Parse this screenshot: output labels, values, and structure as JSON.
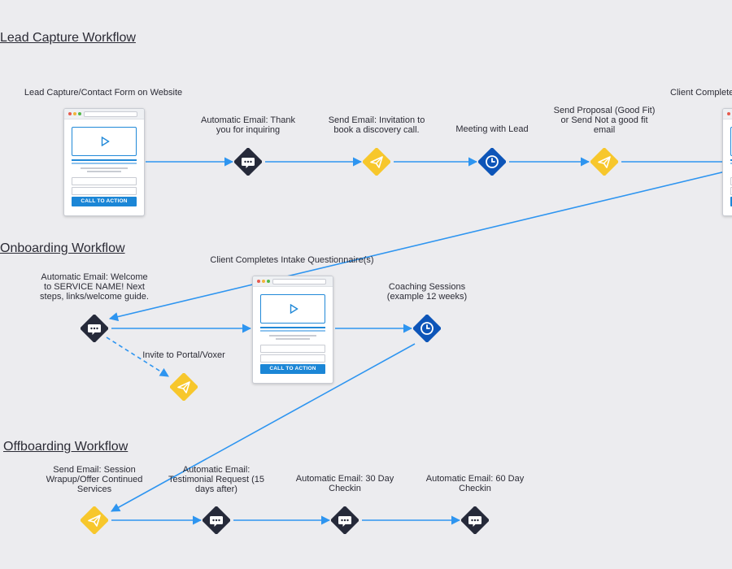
{
  "colors": {
    "edge": "#2e95f0",
    "email_node": "#262a3a",
    "send_node": "#f7c72c",
    "meeting_node": "#0d55b8",
    "background": "#ececef",
    "cta": "#1b86d6"
  },
  "sections": {
    "lead": "Lead Capture Workflow",
    "onboarding": "Onboarding Workflow",
    "offboarding": "Offboarding Workflow"
  },
  "labels": {
    "lead_form": "Lead Capture/Contact Form on Website",
    "auto_thank": "Automatic Email: Thank\nyou for inquiring",
    "send_invite": "Send Email: Invitation to\nbook a discovery call.",
    "meeting": "Meeting with Lead",
    "proposal": "Send Proposal (Good Fit)\nor Send Not a good fit\nemail",
    "client_complete_cut": "Client Complete",
    "welcome": "Automatic Email: Welcome\nto SERVICE NAME! Next\nsteps, links/welcome guide.",
    "intake": "Client Completes Intake Questionnaire(s)",
    "coaching": "Coaching Sessions\n(example 12 weeks)",
    "portal": "Invite to Portal/Voxer",
    "wrapup": "Send Email: Session\nWrapup/Offer Continued\nServices",
    "testimonial": "Automatic Email:\nTestimonial Request (15\ndays after)",
    "day30": "Automatic Email: 30 Day\nCheckin",
    "day60": "Automatic Email: 60 Day\nCheckin"
  },
  "form": {
    "cta_label": "CALL TO ACTION"
  },
  "nodes": [
    {
      "id": "lead-auto-thank",
      "kind": "email",
      "icon": "chat-icon"
    },
    {
      "id": "lead-send-invite",
      "kind": "send",
      "icon": "paper-plane-icon"
    },
    {
      "id": "lead-meeting",
      "kind": "meeting",
      "icon": "clock-icon"
    },
    {
      "id": "lead-proposal",
      "kind": "send",
      "icon": "paper-plane-icon"
    },
    {
      "id": "onb-welcome",
      "kind": "email",
      "icon": "chat-icon"
    },
    {
      "id": "onb-portal",
      "kind": "send",
      "icon": "paper-plane-icon"
    },
    {
      "id": "onb-coaching",
      "kind": "meeting",
      "icon": "clock-icon"
    },
    {
      "id": "off-wrapup",
      "kind": "send",
      "icon": "paper-plane-icon"
    },
    {
      "id": "off-testimonial",
      "kind": "email",
      "icon": "chat-icon"
    },
    {
      "id": "off-day30",
      "kind": "email",
      "icon": "chat-icon"
    },
    {
      "id": "off-day60",
      "kind": "email",
      "icon": "chat-icon"
    }
  ],
  "edges": [
    {
      "id": "edge-form-to-thank",
      "from": "lead-form",
      "to": "lead-auto-thank"
    },
    {
      "id": "edge-thank-to-invite",
      "from": "lead-auto-thank",
      "to": "lead-send-invite"
    },
    {
      "id": "edge-invite-to-meeting",
      "from": "lead-send-invite",
      "to": "lead-meeting"
    },
    {
      "id": "edge-meeting-to-proposal",
      "from": "lead-meeting",
      "to": "lead-proposal"
    },
    {
      "id": "edge-proposal-to-client",
      "from": "lead-proposal",
      "to": "client-complete"
    },
    {
      "id": "edge-client-to-welcome",
      "from": "client-complete",
      "to": "onb-welcome"
    },
    {
      "id": "edge-welcome-to-intake",
      "from": "onb-welcome",
      "to": "onb-intake"
    },
    {
      "id": "edge-welcome-to-portal",
      "from": "onb-welcome",
      "to": "onb-portal",
      "dashed": true
    },
    {
      "id": "edge-intake-to-coaching",
      "from": "onb-intake",
      "to": "onb-coaching"
    },
    {
      "id": "edge-coaching-to-wrapup",
      "from": "onb-coaching",
      "to": "off-wrapup"
    },
    {
      "id": "edge-wrapup-to-testimonial",
      "from": "off-wrapup",
      "to": "off-testimonial"
    },
    {
      "id": "edge-testimonial-to-day30",
      "from": "off-testimonial",
      "to": "off-day30"
    },
    {
      "id": "edge-day30-to-day60",
      "from": "off-day30",
      "to": "off-day60"
    }
  ]
}
